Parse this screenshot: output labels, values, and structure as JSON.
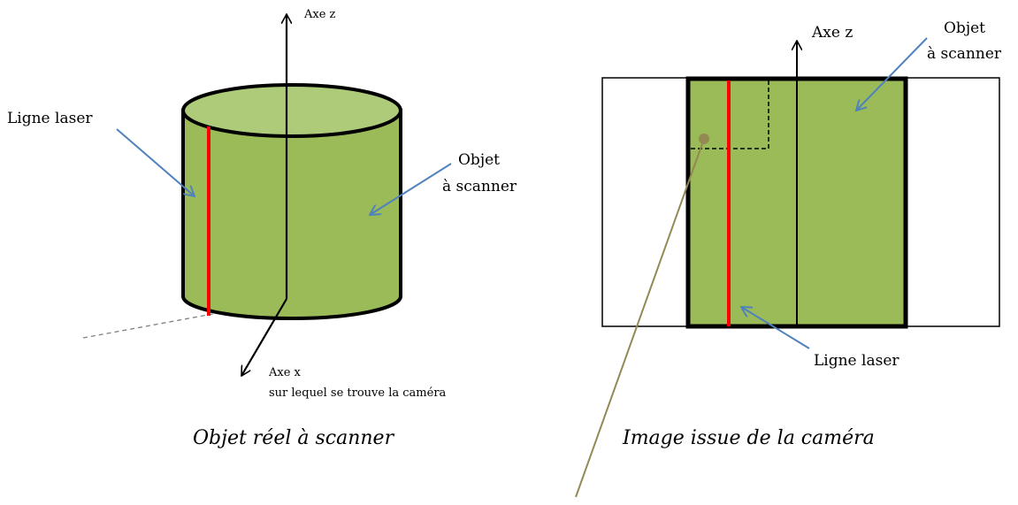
{
  "left_panel": {
    "axis_z_label": "Axe z",
    "axis_x_label": "Axe x",
    "axis_x_note": "sur lequel se trouve la caméra",
    "laser_label": "Ligne laser",
    "object_label_line1": "Objet",
    "object_label_line2": "à scanner",
    "caption": "Objet réel à scanner"
  },
  "right_panel": {
    "axis_z_label": "Axe z",
    "object_label_line1": "Objet",
    "object_label_line2": "à scanner",
    "laser_label": "Ligne laser",
    "caption": "Image issue de la caméra"
  },
  "colors": {
    "object_fill": "#9bbb59",
    "object_top_fill": "#aecb7a",
    "laser": "#ff0000",
    "pointer_arrow": "#4f81bd",
    "pointer_line": "#938953",
    "outline": "#000000"
  }
}
